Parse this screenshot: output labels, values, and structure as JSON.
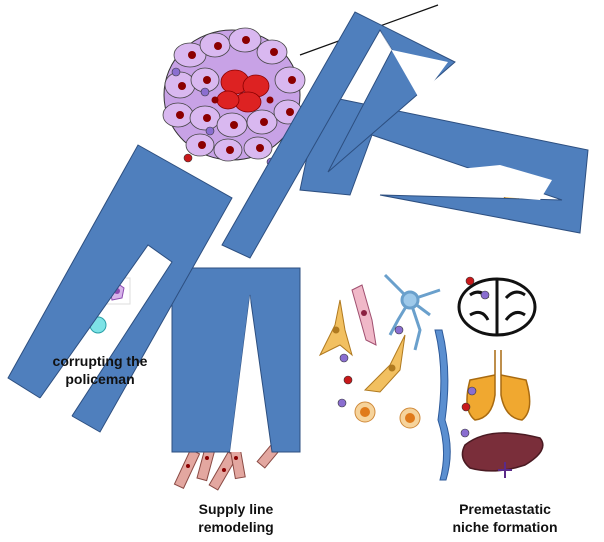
{
  "labels": {
    "supply_line": [
      "Supply line",
      "remodeling"
    ],
    "premetastatic": [
      "Premetastatic",
      "niche formation"
    ],
    "corrupting": [
      "corrupting the",
      "policeman"
    ]
  },
  "colors": {
    "arrow_fill": "#4f7fbd",
    "arrow_stroke": "#2d4f80",
    "tumor_cell": "#c8a2e6",
    "tumor_nucleus": "#8b0000",
    "vessel": "#e3a7a0",
    "organ_lung": "#f0a830",
    "organ_liver": "#7a2e3a",
    "neuron": "#9ec9ea",
    "fibroblast": "#f2c060"
  },
  "icons": [
    "tumor-cluster",
    "blood-vessel-segments",
    "brain-icon",
    "lung-icon",
    "liver-icon",
    "neuron-cell",
    "fibroblast-cell",
    "immune-cell",
    "exosome-vesicle"
  ]
}
